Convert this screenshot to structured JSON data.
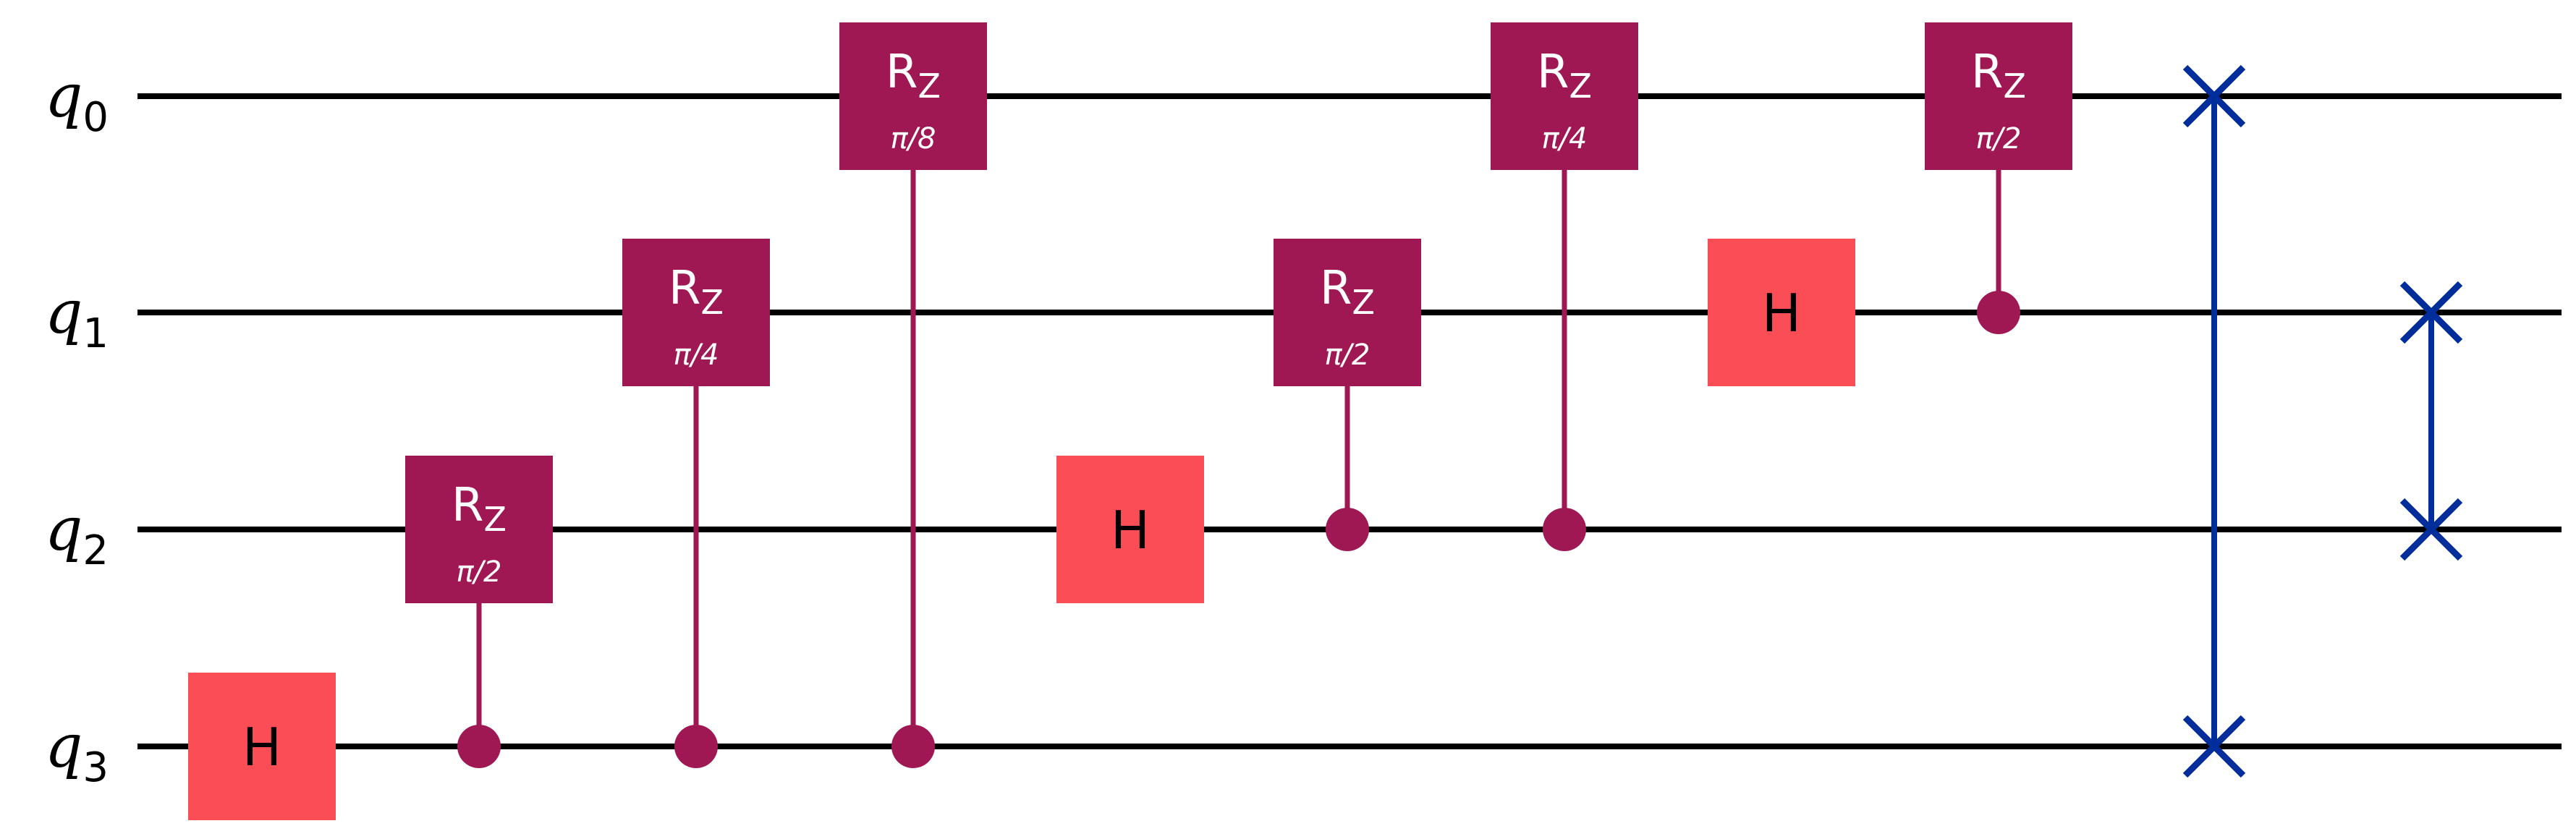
{
  "colors": {
    "wire": "#000000",
    "hadamard": "#FA4D56",
    "controlled_rz": "#9F1853",
    "swap": "#002D9C"
  },
  "qubits": [
    {
      "symbol": "q",
      "index": "0"
    },
    {
      "symbol": "q",
      "index": "1"
    },
    {
      "symbol": "q",
      "index": "2"
    },
    {
      "symbol": "q",
      "index": "3"
    }
  ],
  "gates": [
    {
      "type": "H",
      "label": "H",
      "target": 3,
      "column": 0
    },
    {
      "type": "CRZ",
      "name": "R",
      "sub": "Z",
      "param": "π/2",
      "control": 3,
      "target": 2,
      "column": 1
    },
    {
      "type": "CRZ",
      "name": "R",
      "sub": "Z",
      "param": "π/4",
      "control": 3,
      "target": 1,
      "column": 2
    },
    {
      "type": "CRZ",
      "name": "R",
      "sub": "Z",
      "param": "π/8",
      "control": 3,
      "target": 0,
      "column": 3
    },
    {
      "type": "H",
      "label": "H",
      "target": 2,
      "column": 4
    },
    {
      "type": "CRZ",
      "name": "R",
      "sub": "Z",
      "param": "π/2",
      "control": 2,
      "target": 1,
      "column": 5
    },
    {
      "type": "CRZ",
      "name": "R",
      "sub": "Z",
      "param": "π/4",
      "control": 2,
      "target": 0,
      "column": 6
    },
    {
      "type": "H",
      "label": "H",
      "target": 1,
      "column": 7
    },
    {
      "type": "CRZ",
      "name": "R",
      "sub": "Z",
      "param": "π/2",
      "control": 1,
      "target": 0,
      "column": 8
    },
    {
      "type": "SWAP",
      "qubits": [
        0,
        3
      ],
      "column": 9
    },
    {
      "type": "SWAP",
      "qubits": [
        1,
        2
      ],
      "column": 10
    }
  ]
}
